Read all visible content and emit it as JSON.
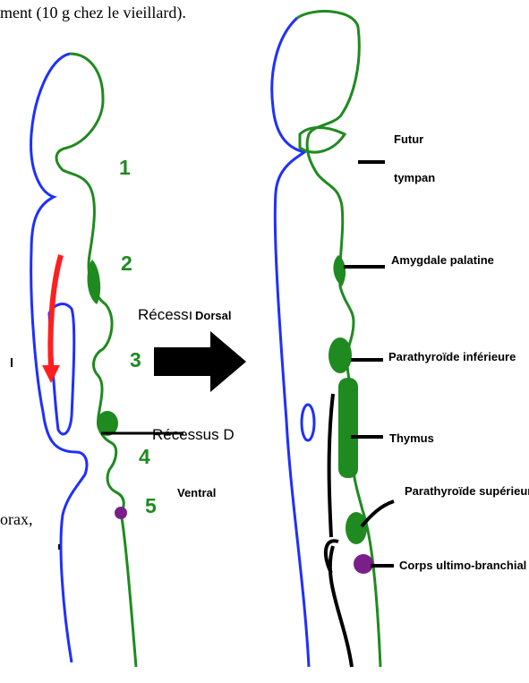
{
  "header_text": "ment (10 g chez le vieillard).",
  "fragment_left": "orax,",
  "left_numbers": [
    "1",
    "2",
    "3",
    "4",
    "5"
  ],
  "center_labels": {
    "recess_prefix": "Récessı",
    "dorsal": "Dorsal",
    "recessus_d": "Récessus D",
    "ventral": "Ventral"
  },
  "right_labels": {
    "futur": "Futur",
    "tympan": "tympan",
    "amygdale": "Amygdale palatine",
    "parathyroide_inf": "Parathyroïde inférieure",
    "thymus": "Thymus",
    "parathyroide_sup": "Parathyroïde supérieure",
    "corps": "Corps ultimo-branchial"
  },
  "colors": {
    "ectoderm": "#1f2fff",
    "endoderm": "#1f8a1f",
    "arrow_red": "#ff1f1f",
    "corps": "#7a1f8a",
    "arrow_black": "#000000"
  }
}
